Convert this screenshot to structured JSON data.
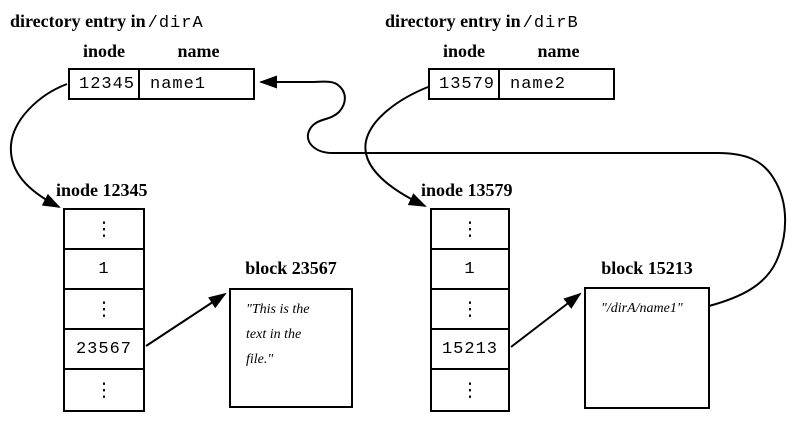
{
  "colors": {
    "ink": "#000000",
    "background": "#ffffff"
  },
  "diagram": {
    "dirA": {
      "title_prefix": "directory entry in",
      "title_path": "/dirA",
      "col_inode": "inode",
      "col_name": "name",
      "inode_value": "12345",
      "name_value": "name1"
    },
    "dirB": {
      "title_prefix": "directory entry in",
      "title_path": "/dirB",
      "col_inode": "inode",
      "col_name": "name",
      "inode_value": "13579",
      "name_value": "name2"
    },
    "inodeA": {
      "label": "inode 12345",
      "rows": [
        "⋮",
        "1",
        "⋮",
        "23567",
        "⋮"
      ]
    },
    "inodeB": {
      "label": "inode 13579",
      "rows": [
        "⋮",
        "1",
        "⋮",
        "15213",
        "⋮"
      ]
    },
    "blockA": {
      "label": "block 23567",
      "lines": [
        "\"This is the",
        "text in the",
        "file.\""
      ]
    },
    "blockB": {
      "label": "block 15213",
      "lines": [
        "\"/dirA/name1\""
      ]
    }
  }
}
